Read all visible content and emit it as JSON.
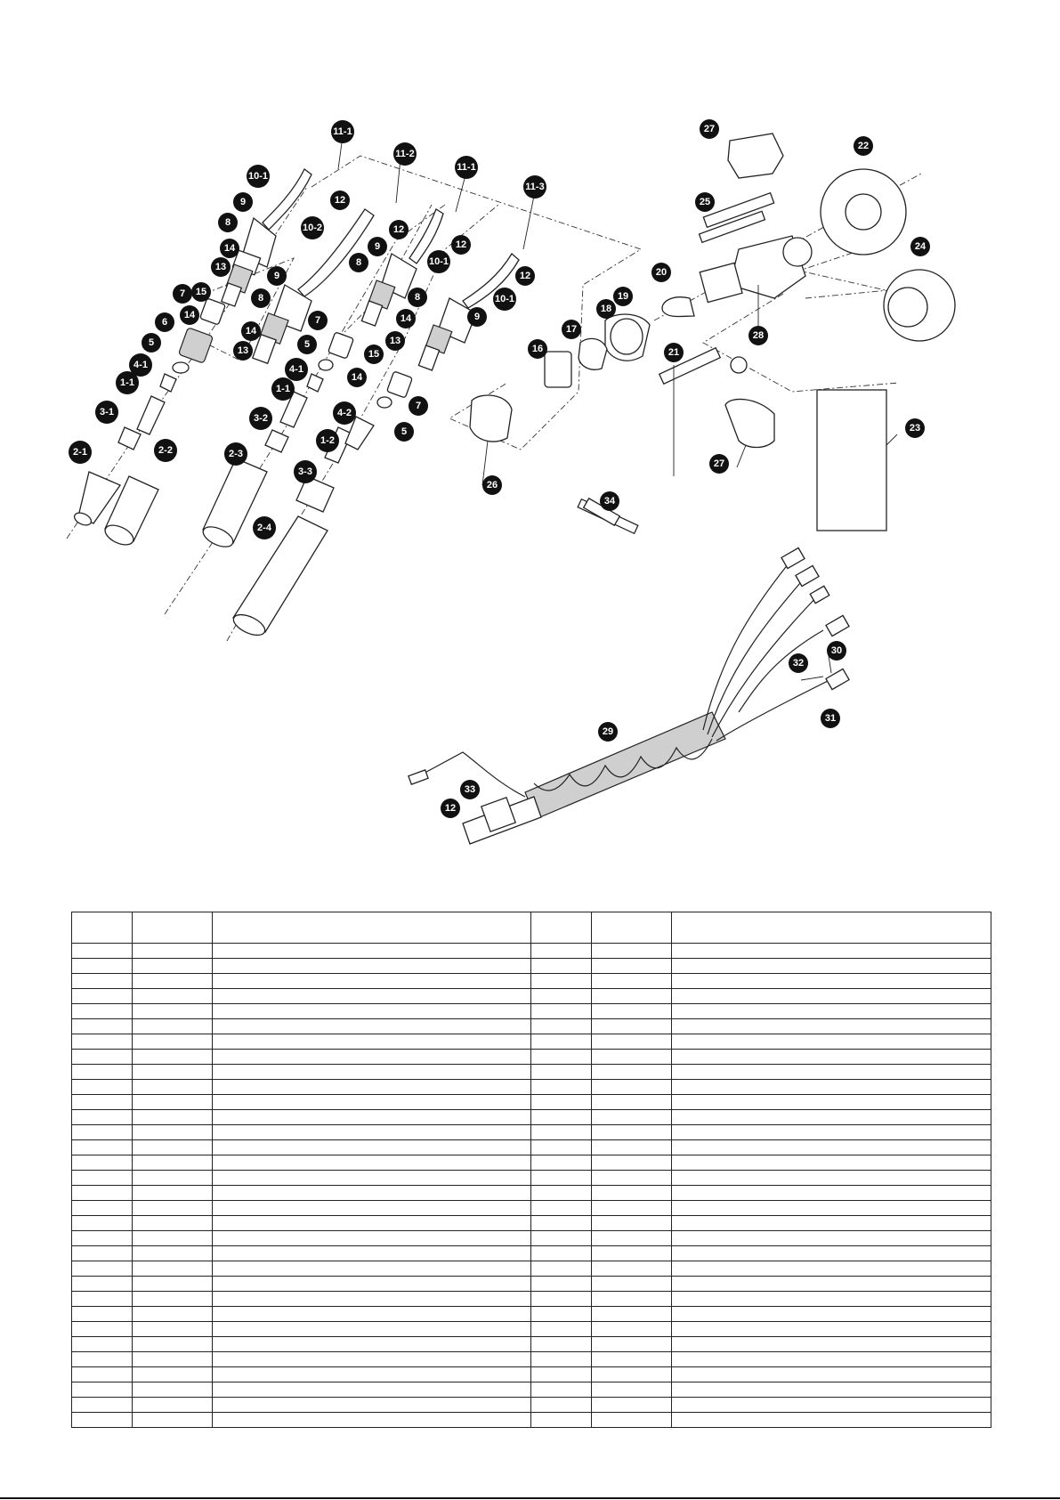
{
  "diagram": {
    "callouts": [
      {
        "id": "c-11-1-a",
        "label": "11-1"
      },
      {
        "id": "c-11-2",
        "label": "11-2"
      },
      {
        "id": "c-11-1-b",
        "label": "11-1"
      },
      {
        "id": "c-11-3",
        "label": "11-3"
      },
      {
        "id": "c-10-1-a",
        "label": "10-1"
      },
      {
        "id": "c-10-2",
        "label": "10-2"
      },
      {
        "id": "c-10-1-b",
        "label": "10-1"
      },
      {
        "id": "c-10-1-c",
        "label": "10-1"
      },
      {
        "id": "c-12-a",
        "label": "12"
      },
      {
        "id": "c-12-b",
        "label": "12"
      },
      {
        "id": "c-12-c",
        "label": "12"
      },
      {
        "id": "c-12-d",
        "label": "12"
      },
      {
        "id": "c-12-e",
        "label": "12"
      },
      {
        "id": "c-9-a",
        "label": "9"
      },
      {
        "id": "c-9-b",
        "label": "9"
      },
      {
        "id": "c-9-c",
        "label": "9"
      },
      {
        "id": "c-9-d",
        "label": "9"
      },
      {
        "id": "c-8-a",
        "label": "8"
      },
      {
        "id": "c-8-b",
        "label": "8"
      },
      {
        "id": "c-8-c",
        "label": "8"
      },
      {
        "id": "c-8-d",
        "label": "8"
      },
      {
        "id": "c-14-a",
        "label": "14"
      },
      {
        "id": "c-14-b",
        "label": "14"
      },
      {
        "id": "c-14-c",
        "label": "14"
      },
      {
        "id": "c-14-d",
        "label": "14"
      },
      {
        "id": "c-14-e",
        "label": "14"
      },
      {
        "id": "c-13-a",
        "label": "13"
      },
      {
        "id": "c-13-b",
        "label": "13"
      },
      {
        "id": "c-13-c",
        "label": "13"
      },
      {
        "id": "c-7-a",
        "label": "7"
      },
      {
        "id": "c-7-b",
        "label": "7"
      },
      {
        "id": "c-7-c",
        "label": "7"
      },
      {
        "id": "c-15-a",
        "label": "15"
      },
      {
        "id": "c-15-b",
        "label": "15"
      },
      {
        "id": "c-6",
        "label": "6"
      },
      {
        "id": "c-5-a",
        "label": "5"
      },
      {
        "id": "c-5-b",
        "label": "5"
      },
      {
        "id": "c-5-c",
        "label": "5"
      },
      {
        "id": "c-4-1-a",
        "label": "4-1"
      },
      {
        "id": "c-4-1-b",
        "label": "4-1"
      },
      {
        "id": "c-4-2",
        "label": "4-2"
      },
      {
        "id": "c-1-1-a",
        "label": "1-1"
      },
      {
        "id": "c-1-1-b",
        "label": "1-1"
      },
      {
        "id": "c-1-2",
        "label": "1-2"
      },
      {
        "id": "c-3-1",
        "label": "3-1"
      },
      {
        "id": "c-3-2",
        "label": "3-2"
      },
      {
        "id": "c-3-3",
        "label": "3-3"
      },
      {
        "id": "c-2-1",
        "label": "2-1"
      },
      {
        "id": "c-2-2",
        "label": "2-2"
      },
      {
        "id": "c-2-3",
        "label": "2-3"
      },
      {
        "id": "c-2-4",
        "label": "2-4"
      },
      {
        "id": "c-27-a",
        "label": "27"
      },
      {
        "id": "c-27-b",
        "label": "27"
      },
      {
        "id": "c-22",
        "label": "22"
      },
      {
        "id": "c-25",
        "label": "25"
      },
      {
        "id": "c-24",
        "label": "24"
      },
      {
        "id": "c-20",
        "label": "20"
      },
      {
        "id": "c-19",
        "label": "19"
      },
      {
        "id": "c-18",
        "label": "18"
      },
      {
        "id": "c-17",
        "label": "17"
      },
      {
        "id": "c-16",
        "label": "16"
      },
      {
        "id": "c-21",
        "label": "21"
      },
      {
        "id": "c-28",
        "label": "28"
      },
      {
        "id": "c-23",
        "label": "23"
      },
      {
        "id": "c-26",
        "label": "26"
      },
      {
        "id": "c-34",
        "label": "34"
      },
      {
        "id": "c-32",
        "label": "32"
      },
      {
        "id": "c-30",
        "label": "30"
      },
      {
        "id": "c-31",
        "label": "31"
      },
      {
        "id": "c-29",
        "label": "29"
      },
      {
        "id": "c-33",
        "label": "33"
      }
    ]
  },
  "parts_table": {
    "headers": [
      "",
      "",
      "",
      "",
      "",
      ""
    ],
    "row_count": 32
  }
}
